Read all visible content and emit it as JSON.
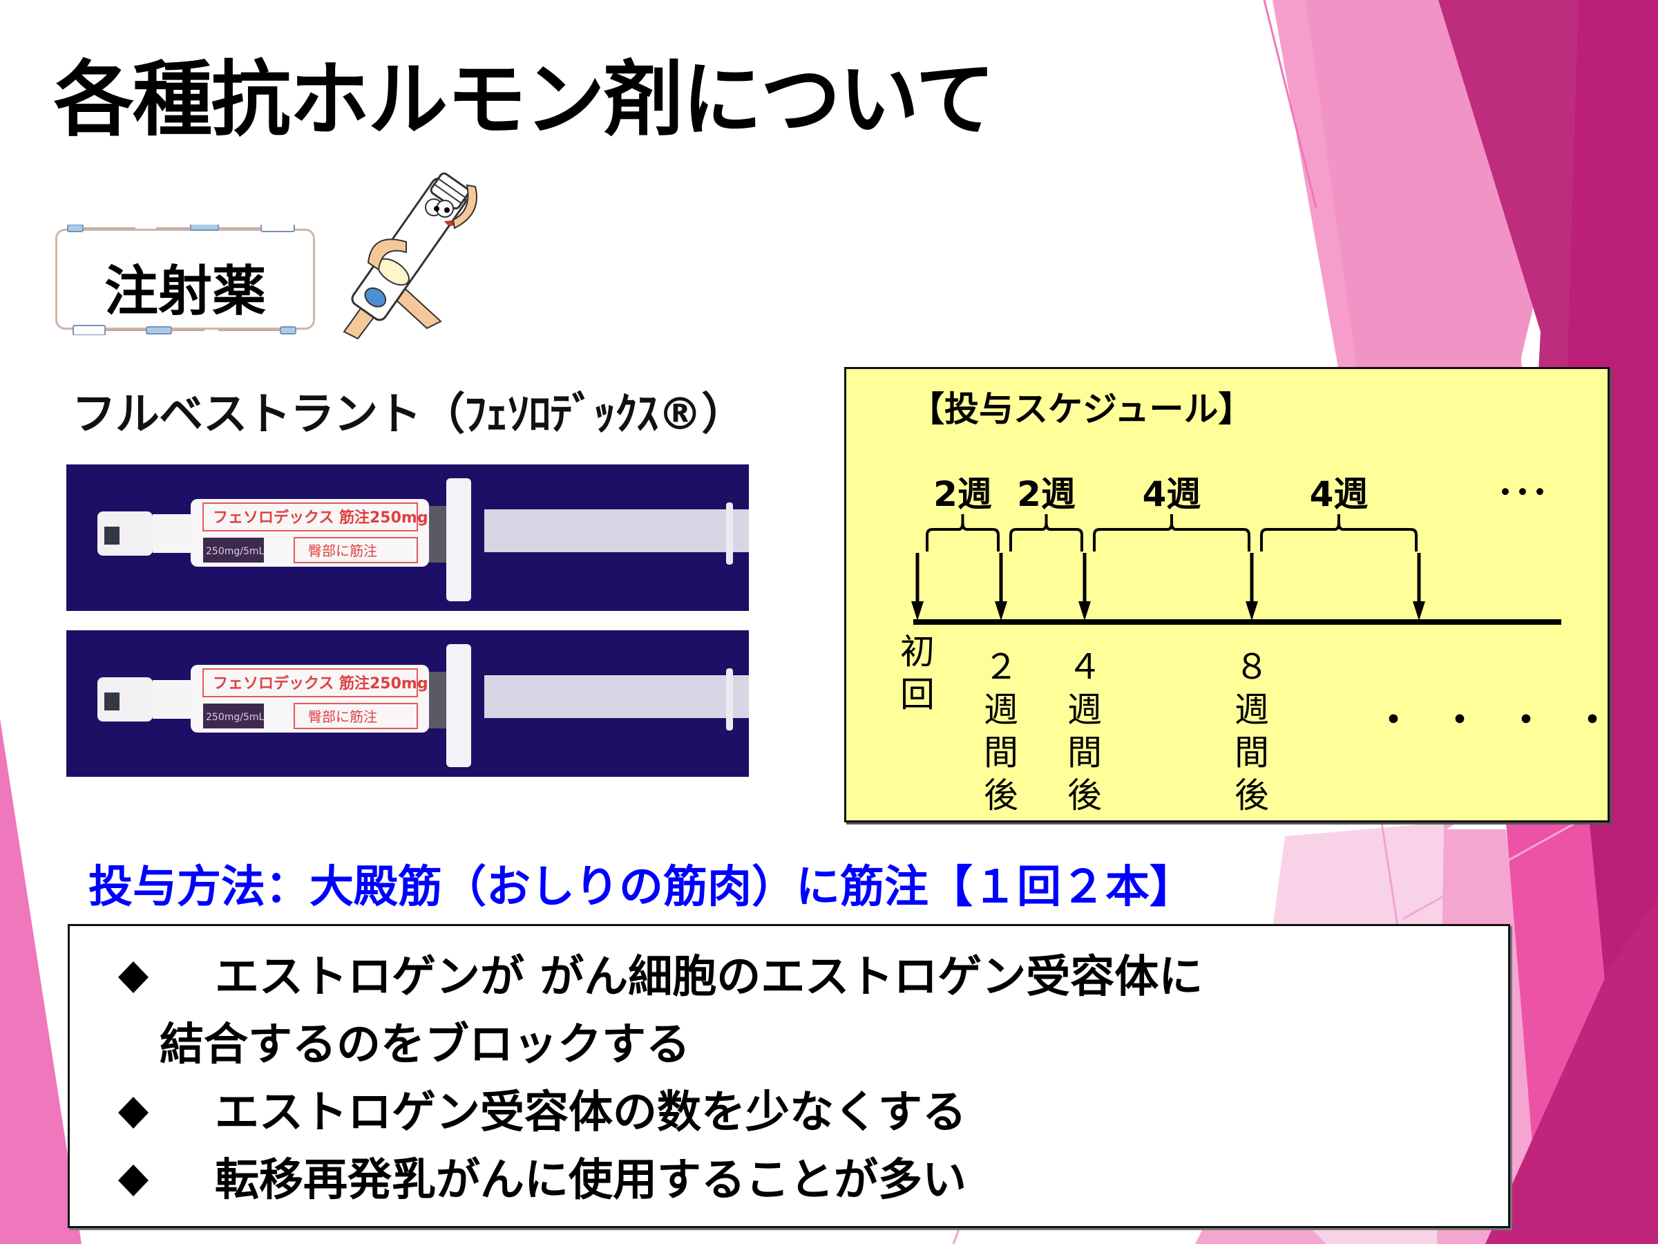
{
  "slide": {
    "title": "各種抗ホルモン剤について",
    "badge": {
      "label": "注射薬",
      "icon": "syringe-mascot-icon"
    },
    "drug_name": "フルベストラント（ﾌｪｿﾛﾃﾞｯｸｽ®）",
    "product_images": [
      {
        "label_name": "フェソロデックス 筋注250mg",
        "label_volume": "250mg/5mL",
        "label_route": "臀部に筋注"
      },
      {
        "label_name": "フェソロデックス 筋注250mg",
        "label_volume": "250mg/5mL",
        "label_route": "臀部に筋注"
      }
    ],
    "schedule": {
      "title": "【投与スケジュール】",
      "intervals": [
        "2週",
        "2週",
        "4週",
        "4週"
      ],
      "intervals_more": "･･･",
      "timepoints": [
        {
          "label": "初回",
          "weeks": 0
        },
        {
          "label": "２週間後",
          "weeks": 2
        },
        {
          "label": "４週間後",
          "weeks": 4
        },
        {
          "label": "８週間後",
          "weeks": 8
        },
        {
          "label": "",
          "weeks": 12
        }
      ],
      "timepoint_chars": [
        [
          "初",
          "回"
        ],
        [
          "２",
          "週",
          "間",
          "後"
        ],
        [
          "４",
          "週",
          "間",
          "後"
        ],
        [
          "８",
          "週",
          "間",
          "後"
        ]
      ],
      "more": "・・・・"
    },
    "method": "投与方法：大殿筋（おしりの筋肉）に筋注【１回２本】",
    "points": [
      {
        "bullet": "diamond",
        "lines": [
          "エストロゲンが がん細胞のエストロゲン受容体に",
          "結合するのをブロックする"
        ]
      },
      {
        "bullet": "diamond",
        "lines": [
          "エストロゲン受容体の数を少なくする"
        ]
      },
      {
        "bullet": "diamond",
        "lines": [
          "転移再発乳がんに使用することが多い"
        ]
      }
    ],
    "colors": {
      "method_text": "#0000ff",
      "schedule_bg": "#ffff99",
      "accent_magenta": "#be2178",
      "accent_pink": "#f293c5",
      "product_bg": "#1e0f66"
    }
  }
}
